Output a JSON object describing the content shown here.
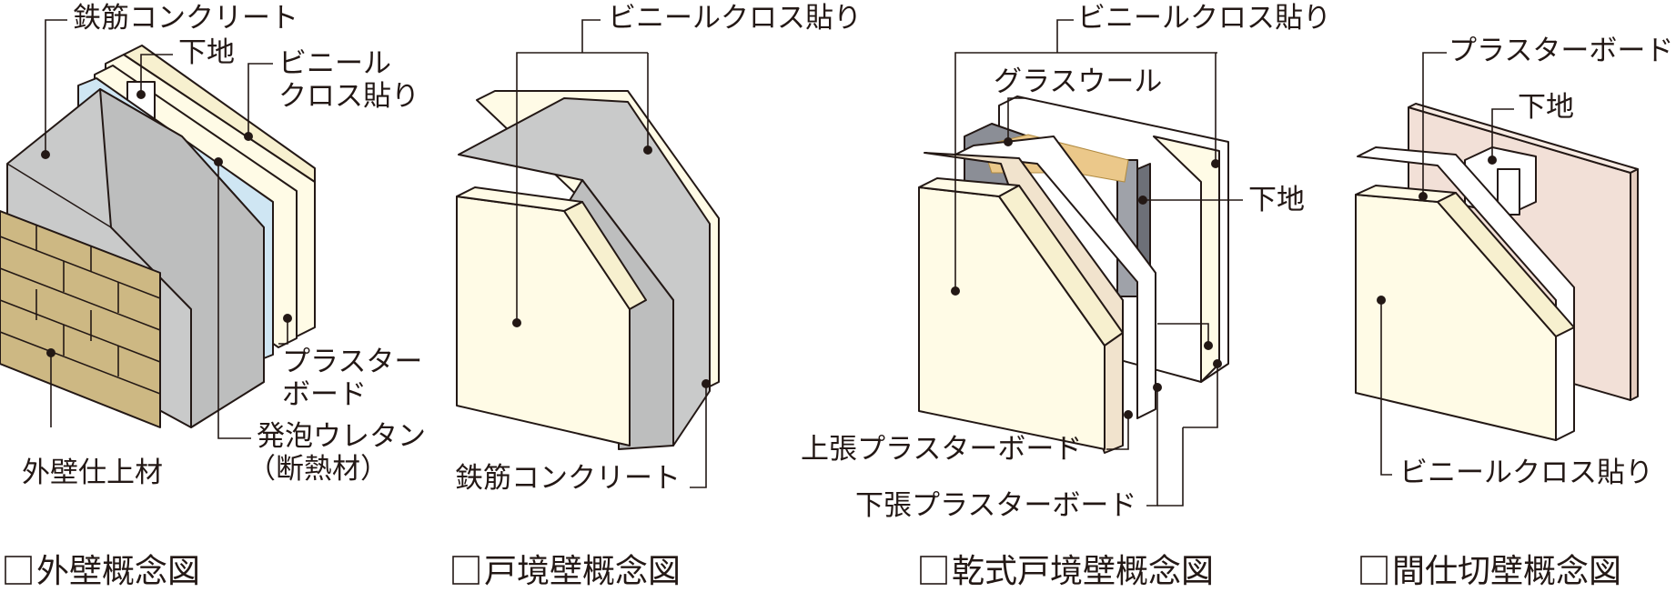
{
  "diagrams": [
    {
      "caption": "外壁概念図",
      "labels": {
        "concrete": "鉄筋コンクリート",
        "base": "下地",
        "vinyl_1": "ビニール",
        "vinyl_2": "クロス貼り",
        "plaster_1": "プラスター",
        "plaster_2": "ボード",
        "urethane_1": "発泡ウレタン",
        "urethane_2": "（断熱材）",
        "exterior": "外壁仕上材"
      }
    },
    {
      "caption": "戸境壁概念図",
      "labels": {
        "vinyl": "ビニールクロス貼り",
        "concrete": "鉄筋コンクリート"
      }
    },
    {
      "caption": "乾式戸境壁概念図",
      "labels": {
        "vinyl": "ビニールクロス貼り",
        "glasswool": "グラスウール",
        "base": "下地",
        "upper_board": "上張プラスターボード",
        "lower_board": "下張プラスターボード"
      }
    },
    {
      "caption": "間仕切壁概念図",
      "labels": {
        "plaster": "プラスターボード",
        "base": "下地",
        "vinyl": "ビニールクロス貼り"
      }
    }
  ],
  "colors": {
    "concrete": "#c9caca",
    "concrete_side": "#bdbebe",
    "cream": "#fffbe6",
    "cream_edge": "#f7f0cf",
    "brick": "#cdb883",
    "urethane": "#cfe6f3",
    "beige": "#f1e3cd",
    "board_back": "#f2e0d7",
    "stud": "#8b8e96",
    "glasswool": "#ebc88a",
    "white": "#ffffff"
  }
}
